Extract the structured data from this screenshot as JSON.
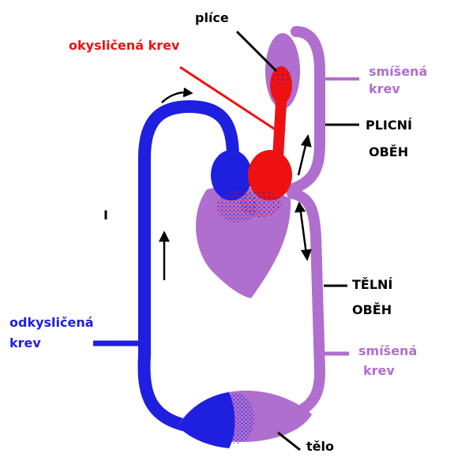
{
  "colors": {
    "oxygenated": "#ee1111",
    "deoxygenated": "#1f1fe0",
    "mixed": "#b06ecf",
    "line": "#000000"
  },
  "labels": {
    "lungs": "plíce",
    "oxygenated_blood": "okysličená krev",
    "mixed_blood_top_1": "smíšená",
    "mixed_blood_top_2": "krev",
    "pulmonary_circuit_1": "PLICNÍ",
    "pulmonary_circuit_2": "OBĚH",
    "systemic_circuit_1": "TĚLNÍ",
    "systemic_circuit_2": "OBĚH",
    "deoxygenated_blood_1": "odkysličená",
    "deoxygenated_blood_2": "krev",
    "mixed_blood_bottom_1": "smíšená",
    "mixed_blood_bottom_2": "krev",
    "body": "tělo",
    "stray_mark": "I"
  }
}
